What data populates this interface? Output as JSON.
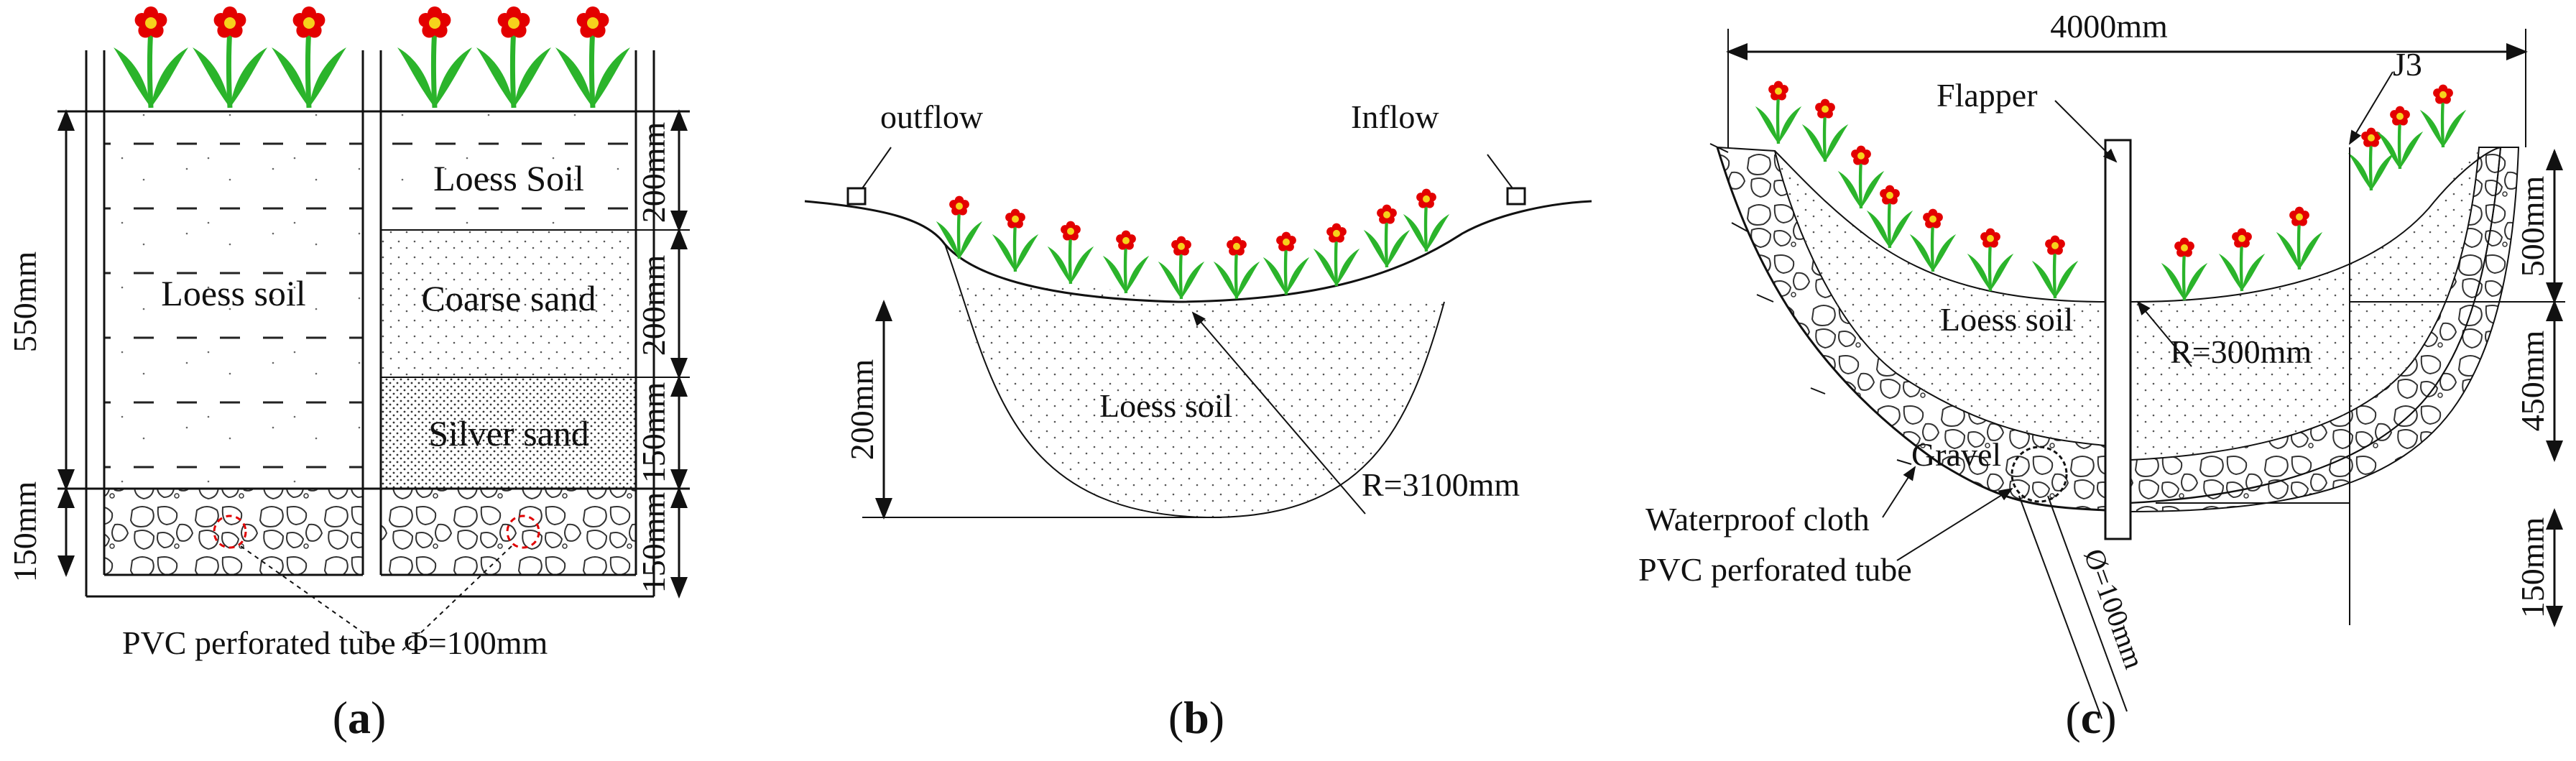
{
  "panel_a": {
    "labels": {
      "loess_soil_left": "Loess soil",
      "loess_soil_right": "Loess Soil",
      "coarse_sand": "Coarse sand",
      "silver_sand": "Silver sand",
      "tube": "PVC perforated tube Φ=100mm"
    },
    "dimensions": {
      "left_top": "550mm",
      "left_bottom": "150mm",
      "right_1": "200mm",
      "right_2": "200mm",
      "right_3": "150mm",
      "right_4": "150mm"
    },
    "caption_open": "(",
    "caption_letter": "a",
    "caption_close": ")"
  },
  "panel_b": {
    "labels": {
      "outflow": "outflow",
      "inflow": "Inflow",
      "loess_soil": "Loess soil",
      "radius": "R=3100mm"
    },
    "dimensions": {
      "depth": "200mm"
    },
    "caption_open": "(",
    "caption_letter": "b",
    "caption_close": ")"
  },
  "panel_c": {
    "labels": {
      "width": "4000mm",
      "j3": "J3",
      "flapper": "Flapper",
      "loess_soil": "Loess soil",
      "radius": "R=300mm",
      "gravel": "Gravel",
      "waterproof_cloth": "Waterproof cloth",
      "pvc_tube": "PVC perforated tube",
      "diameter": "Ø=100mm"
    },
    "dimensions": {
      "d1": "500mm",
      "d2": "450mm",
      "d3": "150mm"
    },
    "caption_open": "(",
    "caption_letter": "c",
    "caption_close": ")"
  },
  "colors": {
    "petal": "#e30000",
    "flower_center": "#f6d21c",
    "leaf": "#2bb42b",
    "pipe": "#e00000",
    "line": "#111111"
  },
  "icons": [
    "flower-icon",
    "gravel-pattern",
    "arrow-icon"
  ]
}
